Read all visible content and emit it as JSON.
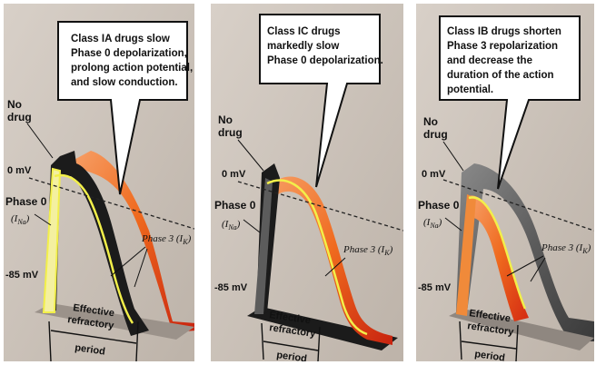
{
  "panels": [
    {
      "bubble": [
        "Class IA drugs slow",
        "Phase 0 depolarization,",
        "prolong action potential,",
        "and slow conduction."
      ],
      "no_drug": [
        "No",
        "drug"
      ],
      "zero_mv": "0 mV",
      "phase0": "Phase 0",
      "phase0_current": "(I",
      "phase0_sub": "Na",
      "phase0_close": ")",
      "phase3": "Phase 3 (I",
      "phase3_sub": "K",
      "phase3_close": ")",
      "minus85": "-85 mV",
      "erp": [
        "Effective",
        "refractory",
        "period"
      ]
    },
    {
      "bubble": [
        "Class IC drugs",
        "markedly slow",
        "Phase 0 depolarization."
      ],
      "no_drug": [
        "No",
        "drug"
      ],
      "zero_mv": "0 mV",
      "phase0": "Phase 0",
      "phase0_current": "(I",
      "phase0_sub": "Na",
      "phase0_close": ")",
      "phase3": "Phase 3 (I",
      "phase3_sub": "K",
      "phase3_close": ")",
      "minus85": "-85 mV",
      "erp": [
        "Effective",
        "refractory",
        "period"
      ]
    },
    {
      "bubble": [
        "Class IB drugs shorten",
        "Phase 3 repolarization",
        "and decrease the",
        "duration of the action",
        "potential."
      ],
      "no_drug": [
        "No",
        "drug"
      ],
      "zero_mv": "0 mV",
      "phase0": "Phase 0",
      "phase0_current": "(I",
      "phase0_sub": "Na",
      "phase0_close": ")",
      "phase3": "Phase 3 (I",
      "phase3_sub": "K",
      "phase3_close": ")",
      "minus85": "-85 mV",
      "erp": [
        "Effective",
        "refractory",
        "period"
      ]
    }
  ],
  "colors": {
    "panel_bg": "#cfc7bf",
    "drug_orange": "#ef6a1e",
    "drug_red": "#d42a12",
    "nodrug_black": "#1b1b1b",
    "nodrug_gray": "#5c5c5c",
    "highlight_yellow": "#f2ef4a"
  }
}
